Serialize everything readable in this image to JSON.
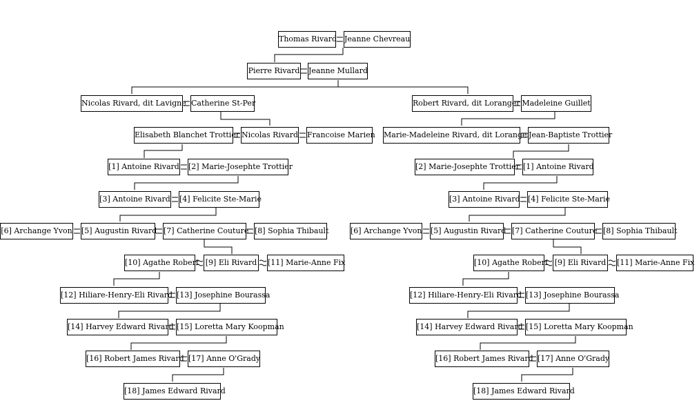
{
  "people": {
    "thomas_rivard": "Thomas Rivard",
    "jeanne_chevreau": "Jeanne Chevreau",
    "pierre_rivard": "Pierre Rivard",
    "jeanne_mullard": "Jeanne Mullard",
    "nicolas_rivard_lavigne": "Nicolas Rivard, dit Lavigne",
    "catherine_st_per": "Catherine St-Per",
    "robert_rivard_loranger": "Robert Rivard, dit Loranger",
    "madeleine_guillet": "Madeleine Guillet",
    "elisabeth_trottier": "Elisabeth Blanchet Trottier",
    "nicolas_rivard": "Nicolas Rivard",
    "francoise_marien": "Francoise Marien",
    "marie_madeleine_rivard": "Marie-Madeleine Rivard, dit Loranger",
    "jean_baptiste_trottier": "Jean-Baptiste Trottier",
    "antoine_rivard_1": "[1] Antoine Rivard",
    "marie_josephte_trottier_2": "[2] Marie-Josephte Trottier",
    "antoine_rivard_3": "[3] Antoine Rivard",
    "felicite_ste_marie_4": "[4] Felicite Ste-Marie",
    "archange_yvon_6": "[6] Archange Yvon",
    "augustin_rivard_5": "[5] Augustin Rivard",
    "catherine_couture_7": "[7] Catherine Couture",
    "sophia_thibault_8": "[8] Sophia Thibault",
    "agathe_robert_10": "[10] Agathe Robert",
    "eli_rivard_9": "[9] Eli Rivard",
    "marie_anne_fix_11": "[11] Marie-Anne Fix",
    "hiliare_henry_eli_12": "[12] Hiliare-Henry-Eli Rivard",
    "josephine_bourassa_13": "[13] Josephine Bourassa",
    "harvey_edward_14": "[14] Harvey Edward Rivard",
    "loretta_mary_15": "[15] Loretta Mary Koopman",
    "robert_james_16": "[16] Robert James Rivard",
    "anne_ogrady_17": "[17] Anne O'Grady",
    "james_edward_18": "[18] James Edward Rivard"
  }
}
